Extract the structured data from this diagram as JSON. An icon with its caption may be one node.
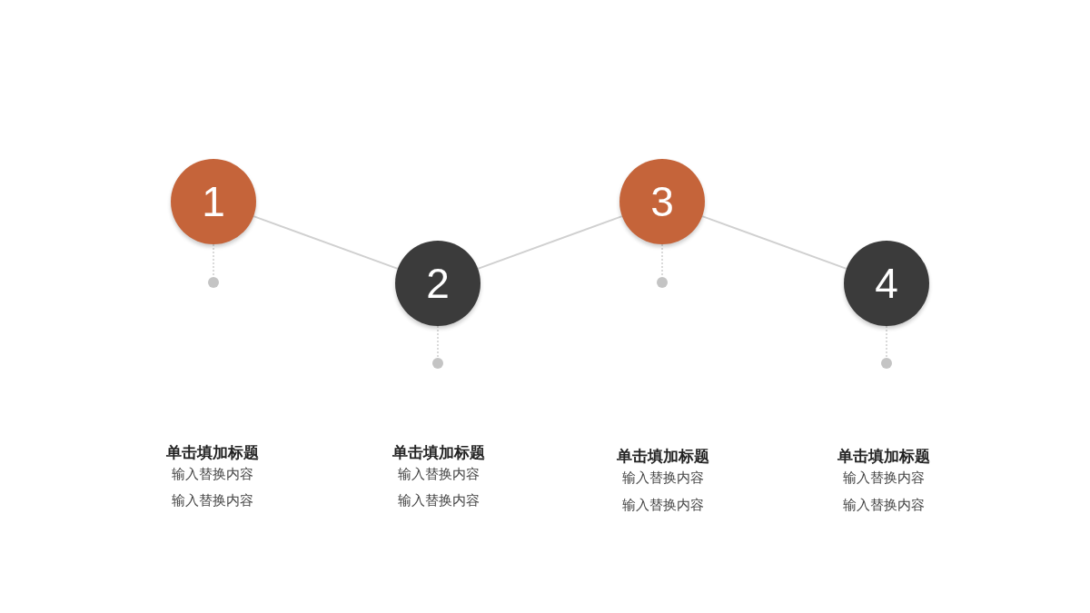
{
  "diagram": {
    "nodes": [
      {
        "text": [
          "1"
        ]
      },
      {
        "text": [
          "2"
        ]
      },
      {
        "text": [
          "3"
        ]
      },
      {
        "text": [
          "4"
        ]
      },
      {
        "text": [],
        "shape": "circle"
      },
      {
        "text": [],
        "shape": "circle"
      },
      {
        "text": [],
        "shape": "circle"
      },
      {
        "text": [],
        "shape": "circle"
      }
    ],
    "edges": [
      {
        "from": 0,
        "to": 1,
        "arrow": "none"
      },
      {
        "from": 1,
        "to": 2,
        "arrow": "none"
      },
      {
        "from": 2,
        "to": 3,
        "arrow": "none"
      },
      {
        "from": 0,
        "to": 4,
        "arrow": "none",
        "style": "dashed"
      },
      {
        "from": 1,
        "to": 5,
        "arrow": "none",
        "style": "dashed"
      },
      {
        "from": 2,
        "to": 6,
        "arrow": "none",
        "style": "dashed"
      },
      {
        "from": 3,
        "to": 7,
        "arrow": "none",
        "style": "dashed"
      }
    ],
    "labels": [
      "单击填加标题",
      "输入替换内容",
      "输入替换内容",
      "单击填加标题",
      "输入替换内容",
      "输入替换内容",
      "单击填加标题",
      "输入替换内容",
      "输入替换内容",
      "单击填加标题",
      "输入替换内容",
      "输入替换内容"
    ]
  }
}
